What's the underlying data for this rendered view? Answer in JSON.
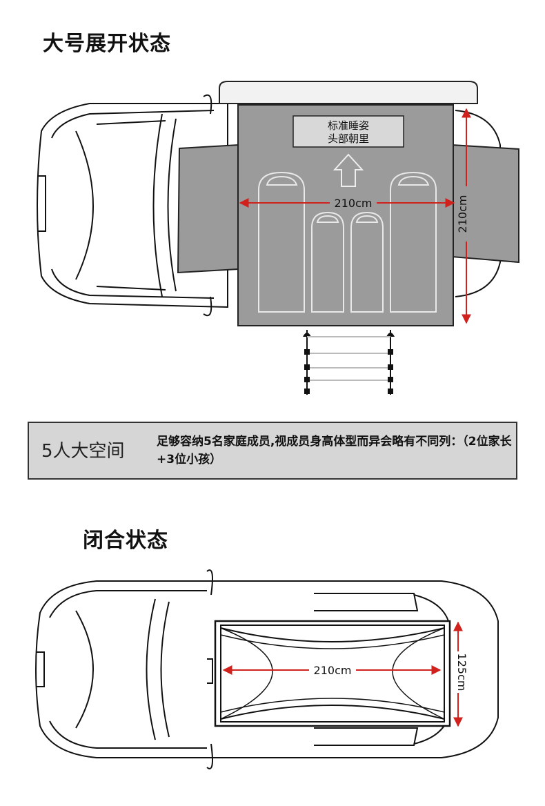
{
  "open_section": {
    "title": "大号展开状态",
    "label_box_line1": "标准睡姿",
    "label_box_line2": "头部朝里",
    "width_dimension": "210cm",
    "length_dimension": "210cm",
    "sleeping_bags": 4
  },
  "info_box": {
    "headline": "5人大空间",
    "description": "足够容纳5名家庭成员,视成员身高体型而异会略有不同列：（2位家长+3位小孩）"
  },
  "closed_section": {
    "title": "闭合状态",
    "width_dimension": "210cm",
    "depth_dimension": "125cm"
  },
  "colors": {
    "tent_fill": "#9b9b9b",
    "tent_dark": "#808080",
    "dimension_red": "#d0211c",
    "info_bg": "#d6d6d6"
  }
}
